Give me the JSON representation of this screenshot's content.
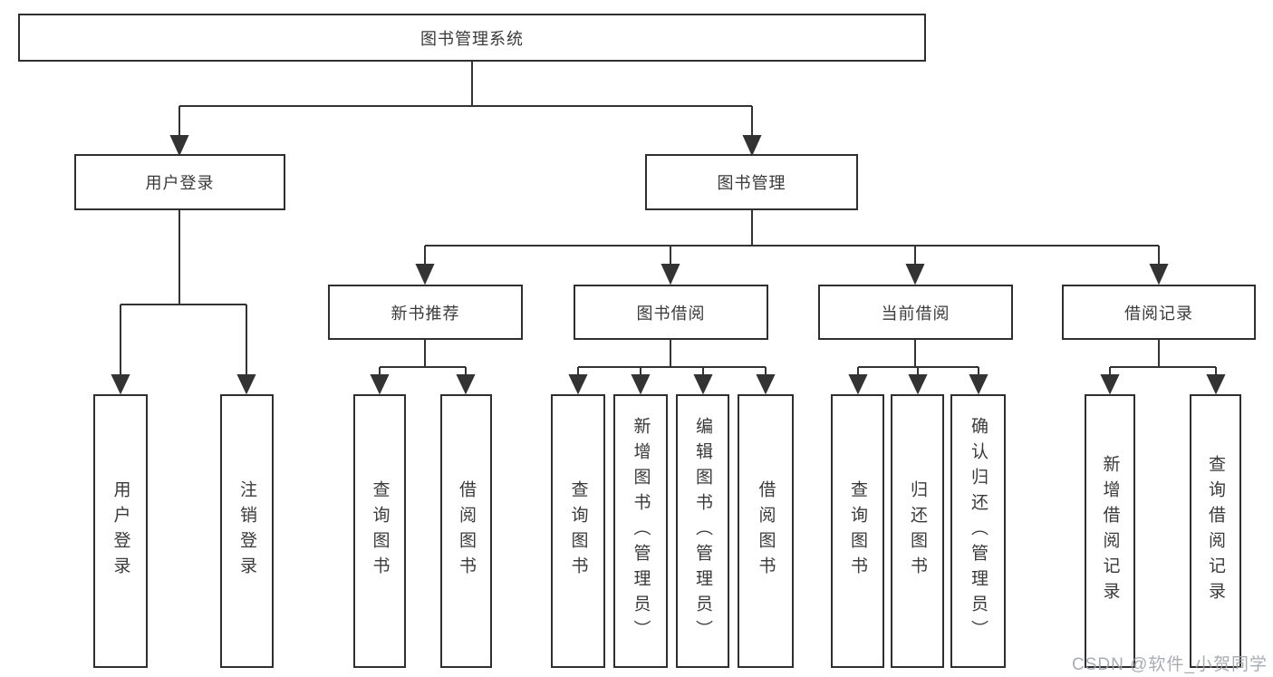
{
  "diagram": {
    "root": {
      "label": "图书管理系统"
    },
    "level2": [
      {
        "label": "用户登录"
      },
      {
        "label": "图书管理"
      }
    ],
    "level3": [
      {
        "label": "新书推荐"
      },
      {
        "label": "图书借阅"
      },
      {
        "label": "当前借阅"
      },
      {
        "label": "借阅记录"
      }
    ],
    "leaves": [
      {
        "label": "用户登录"
      },
      {
        "label": "注销登录"
      },
      {
        "label": "查询图书"
      },
      {
        "label": "借阅图书"
      },
      {
        "label": "查询图书"
      },
      {
        "label": "新增图书（管理员）"
      },
      {
        "label": "编辑图书（管理员）"
      },
      {
        "label": "借阅图书"
      },
      {
        "label": "查询图书"
      },
      {
        "label": "归还图书"
      },
      {
        "label": "确认归还（管理员）"
      },
      {
        "label": "新增借阅记录"
      },
      {
        "label": "查询借阅记录"
      }
    ]
  },
  "watermark": "CSDN @软件_小贺同学",
  "colors": {
    "line": "#333333",
    "box_border": "#2f2f2f",
    "box_fill": "#ffffff",
    "text": "#3a3a3a",
    "watermark": "#9ea3ac"
  }
}
